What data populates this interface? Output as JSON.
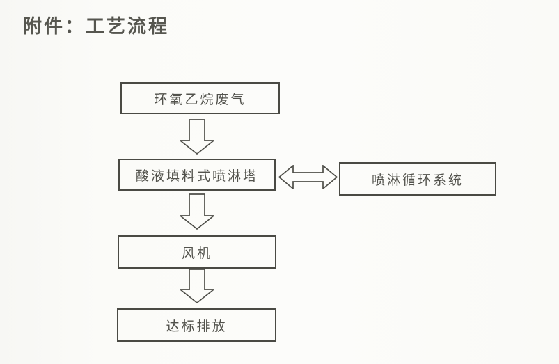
{
  "page": {
    "title": "附件：工艺流程"
  },
  "flowchart": {
    "nodes": [
      {
        "id": "waste-gas",
        "label": "环氧乙烷废气"
      },
      {
        "id": "spray-tower",
        "label": "酸液填料式喷淋塔"
      },
      {
        "id": "circulation",
        "label": "喷淋循环系统"
      },
      {
        "id": "fan",
        "label": "风机"
      },
      {
        "id": "discharge",
        "label": "达标排放"
      }
    ],
    "connections": [
      {
        "from": "环氧乙烷废气",
        "to": "酸液填料式喷淋塔",
        "type": "down-block-arrow"
      },
      {
        "from": "酸液填料式喷淋塔",
        "to": "喷淋循环系统",
        "type": "double-headed-block-arrow"
      },
      {
        "from": "酸液填料式喷淋塔",
        "to": "风机",
        "type": "down-block-arrow"
      },
      {
        "from": "风机",
        "to": "达标排放",
        "type": "down-block-arrow"
      }
    ],
    "colors": {
      "background": "#fbfbf8",
      "box_border": "#4a4a44",
      "text": "#52524c",
      "arrow_stroke": "#4e4e48"
    }
  }
}
